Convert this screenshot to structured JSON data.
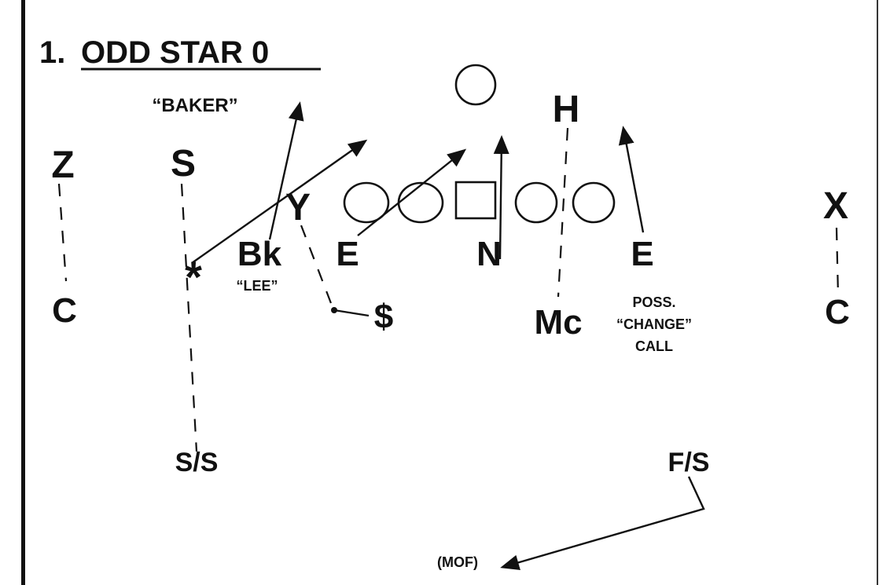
{
  "title": {
    "number": "1.",
    "name": "ODD STAR 0"
  },
  "calls": {
    "baker": "“BAKER”",
    "lee": "“LEE”",
    "poss": "POSS.",
    "change": "“CHANGE”",
    "call": "CALL",
    "mof": "(MOF)"
  },
  "offense": {
    "z": "Z",
    "y": "Y",
    "h": "H",
    "x": "X"
  },
  "defense": {
    "corner_left": "C",
    "corner_right": "C",
    "sam": "S",
    "buck": "Bk",
    "end_left": "E",
    "nose": "N",
    "end_right": "E",
    "mac": "Mc",
    "money": "$",
    "star": "*",
    "strong_safety": "S/S",
    "free_safety": "F/S"
  }
}
